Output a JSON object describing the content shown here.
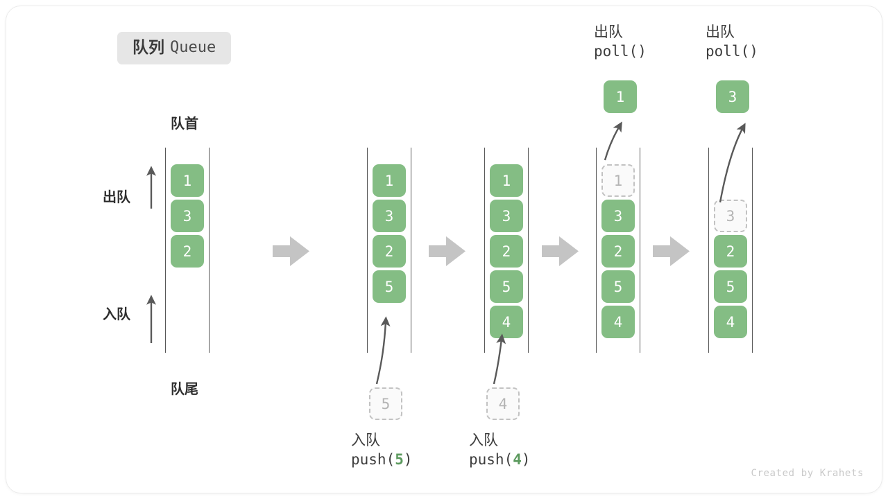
{
  "title": {
    "cn": "队列",
    "en": "Queue"
  },
  "labels": {
    "front": "队首",
    "rear": "队尾",
    "dequeue": "出队",
    "enqueue": "入队"
  },
  "watermark": "Created by Krahets",
  "colors": {
    "element_green": "#84bd84",
    "ghost_gray": "#c2c2c2",
    "rail": "#575757",
    "step_arrow": "#c4c4c4",
    "badge_bg": "#e6e6e6",
    "accent_text": "#5c9a5e"
  },
  "operations": {
    "push5": {
      "cn": "入队",
      "fn_prefix": "push(",
      "arg": "5",
      "fn_suffix": ")"
    },
    "push4": {
      "cn": "入队",
      "fn_prefix": "push(",
      "arg": "4",
      "fn_suffix": ")"
    },
    "poll1": {
      "cn": "出队",
      "fn": "poll()"
    },
    "poll2": {
      "cn": "出队",
      "fn": "poll()"
    }
  },
  "columns": [
    {
      "name": "initial-queue",
      "cells": [
        {
          "value": "1",
          "state": "filled"
        },
        {
          "value": "3",
          "state": "filled"
        },
        {
          "value": "2",
          "state": "filled"
        }
      ],
      "popped": null,
      "pending": null
    },
    {
      "name": "after-push-5",
      "cells": [
        {
          "value": "1",
          "state": "filled"
        },
        {
          "value": "3",
          "state": "filled"
        },
        {
          "value": "2",
          "state": "filled"
        },
        {
          "value": "5",
          "state": "filled"
        }
      ],
      "popped": null,
      "pending": {
        "value": "5"
      }
    },
    {
      "name": "after-push-4",
      "cells": [
        {
          "value": "1",
          "state": "filled"
        },
        {
          "value": "3",
          "state": "filled"
        },
        {
          "value": "2",
          "state": "filled"
        },
        {
          "value": "5",
          "state": "filled"
        },
        {
          "value": "4",
          "state": "filled"
        }
      ],
      "popped": null,
      "pending": {
        "value": "4"
      }
    },
    {
      "name": "after-poll-1",
      "cells": [
        {
          "value": "1",
          "state": "ghost"
        },
        {
          "value": "3",
          "state": "filled"
        },
        {
          "value": "2",
          "state": "filled"
        },
        {
          "value": "5",
          "state": "filled"
        },
        {
          "value": "4",
          "state": "filled"
        }
      ],
      "popped": {
        "value": "1"
      },
      "pending": null
    },
    {
      "name": "after-poll-3",
      "cells": [
        {
          "value": "",
          "state": "empty"
        },
        {
          "value": "3",
          "state": "ghost"
        },
        {
          "value": "2",
          "state": "filled"
        },
        {
          "value": "5",
          "state": "filled"
        },
        {
          "value": "4",
          "state": "filled"
        }
      ],
      "popped": {
        "value": "3"
      },
      "pending": null
    }
  ]
}
